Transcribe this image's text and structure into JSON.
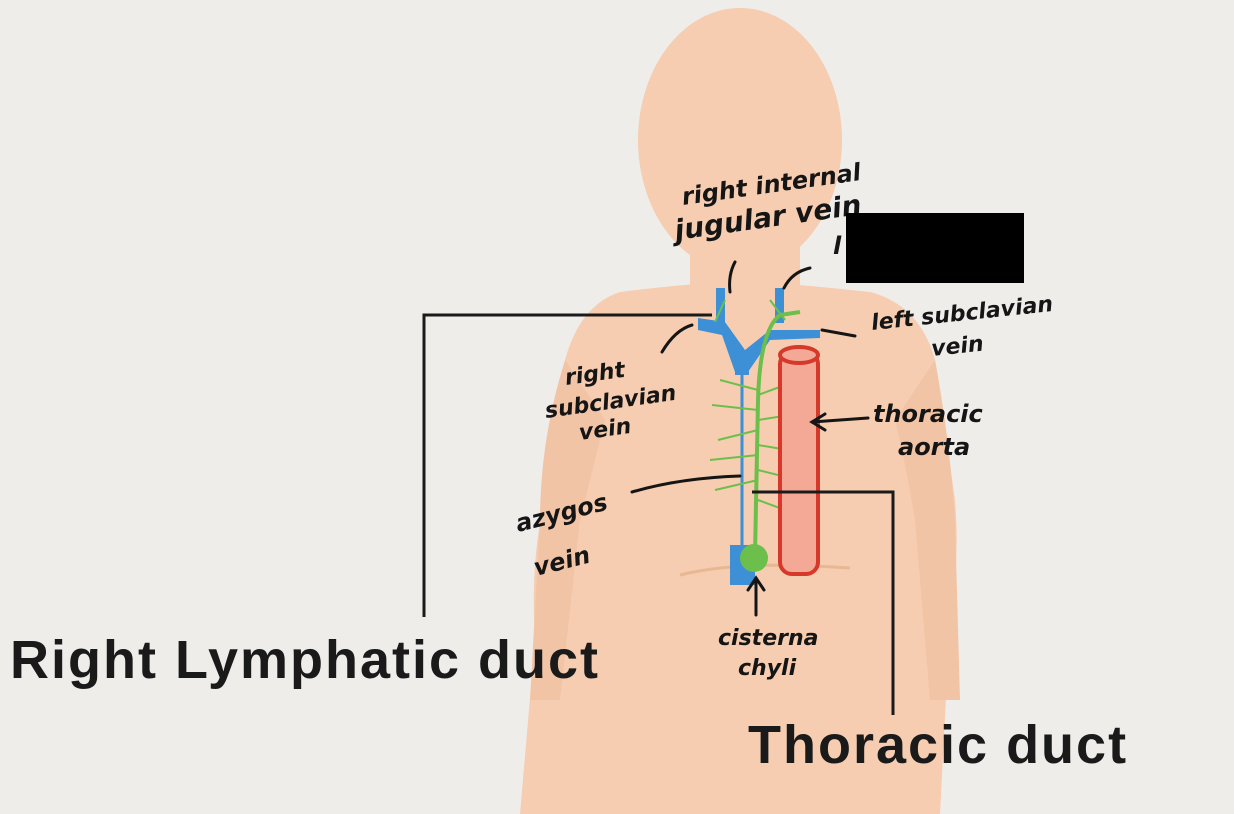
{
  "labels": {
    "right_internal_jugular_line1": "right internal",
    "right_internal_jugular_line2": "jugular vein",
    "left_internal_jugular_partial": "l",
    "left_subclavian_line1": "left subclavian",
    "left_subclavian_line2": "vein",
    "right_subclavian_line1": "right",
    "right_subclavian_line2": "subclavian",
    "right_subclavian_line3": "vein",
    "thoracic_aorta_line1": "thoracic",
    "thoracic_aorta_line2": "aorta",
    "azygos_line1": "azygos",
    "azygos_line2": "vein",
    "cisterna_line1": "cisterna",
    "cisterna_line2": "chyli"
  },
  "callouts": {
    "right_lymphatic_duct": "Right Lymphatic duct",
    "thoracic_duct": "Thoracic duct"
  },
  "colors": {
    "skin": "#f6cdb0",
    "vein_blue": "#3d8fd6",
    "lymph_green": "#6cbf4a",
    "aorta_fill": "#f3a995",
    "aorta_stroke": "#d6382a",
    "redaction": "#000000"
  }
}
